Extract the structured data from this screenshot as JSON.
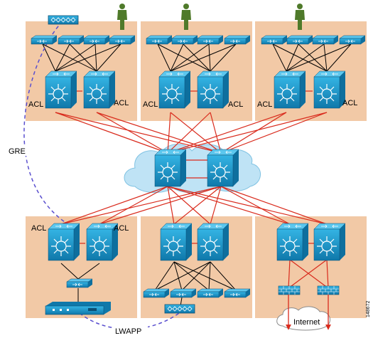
{
  "labels": {
    "acl": "ACL",
    "gre": "GRE",
    "lwapp": "LWAPP",
    "internet": "Internet",
    "figure_id": "148672"
  },
  "colors": {
    "block_bg": "#f2c9a6",
    "device_blue": "#1a9ad0",
    "device_dark": "#0e6f9e",
    "cloud": "#bfe3f5",
    "red_link": "#d92a1c",
    "black_link": "#000000",
    "tunnel": "#5a4fcf",
    "user_green": "#4f7a2a"
  },
  "icons": [
    "access-switch-icon",
    "multilayer-switch-icon",
    "user-icon",
    "access-point-icon",
    "wireless-controller-icon",
    "firewall-icon",
    "cloud-icon"
  ]
}
